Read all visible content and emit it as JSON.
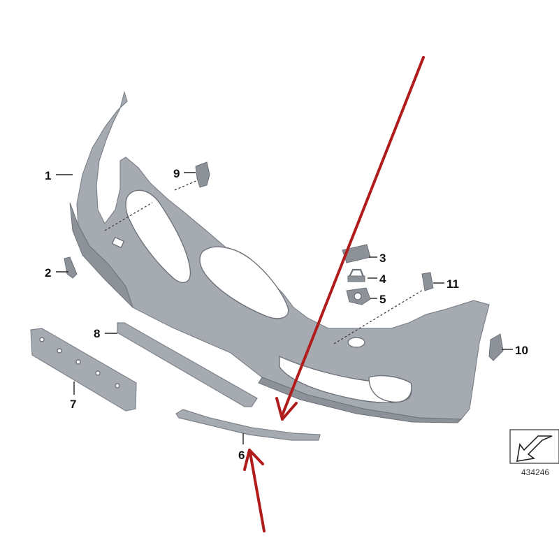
{
  "diagram": {
    "callouts": [
      {
        "id": "1",
        "label": "1"
      },
      {
        "id": "2",
        "label": "2"
      },
      {
        "id": "3",
        "label": "3"
      },
      {
        "id": "4",
        "label": "4"
      },
      {
        "id": "5",
        "label": "5"
      },
      {
        "id": "6",
        "label": "6"
      },
      {
        "id": "7",
        "label": "7"
      },
      {
        "id": "8",
        "label": "8"
      },
      {
        "id": "9",
        "label": "9"
      },
      {
        "id": "10",
        "label": "10"
      },
      {
        "id": "11",
        "label": "11"
      }
    ],
    "reference_number": "434246",
    "colors": {
      "part_fill": "#a6abb2",
      "part_shadow": "#8d9299",
      "arrow_red": "#b01c1c",
      "text": "#111111"
    }
  }
}
